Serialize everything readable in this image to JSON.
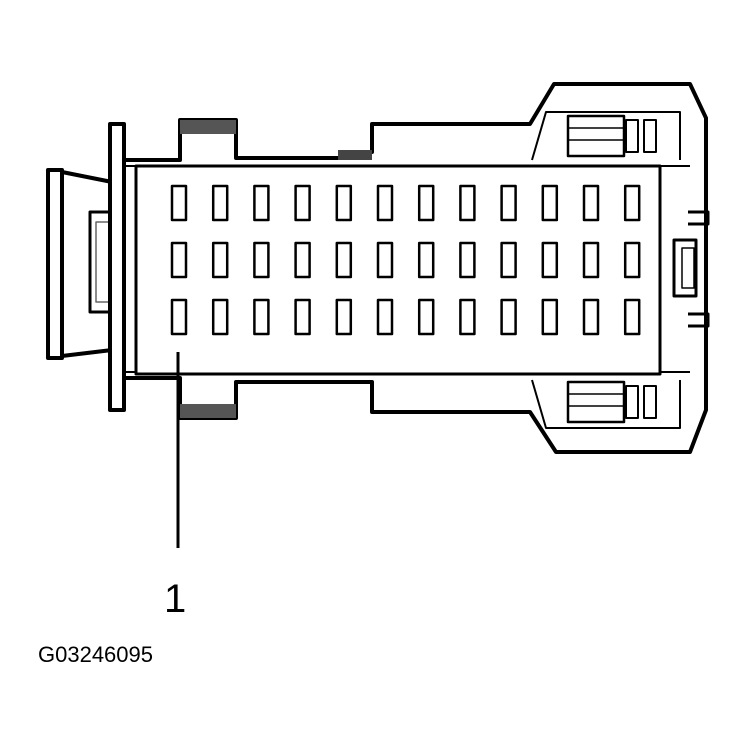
{
  "diagram": {
    "callout_label": "1",
    "figure_id": "G03246095",
    "pin_rows": 3,
    "pin_columns": 12
  }
}
